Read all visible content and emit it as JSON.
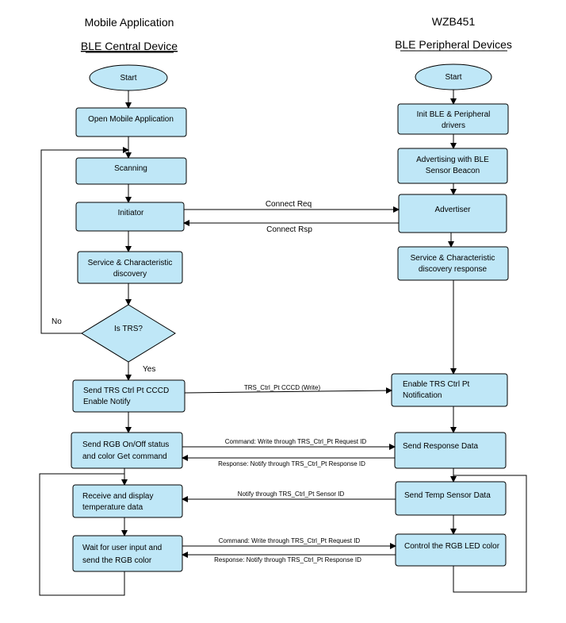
{
  "headers": {
    "left_title": "Mobile Application",
    "left_subtitle": "BLE Central Device",
    "right_title": "WZB451",
    "right_subtitle": "BLE Peripheral Devices"
  },
  "left": {
    "start": "Start",
    "open_app": "Open Mobile Application",
    "scanning": "Scanning",
    "initiator": "Initiator",
    "discovery_1": "Service & Characteristic",
    "discovery_2": "discovery",
    "decision": "Is TRS?",
    "no_label": "No",
    "yes_label": "Yes",
    "ccd_1": "Send TRS Ctrl Pt CCCD",
    "ccd_2": "Enable Notify",
    "rgb_1": "Send RGB On/Off status",
    "rgb_2": "and color Get command",
    "temp_1": "Receive and display",
    "temp_2": "temperature data",
    "wait_1": "Wait for user input and",
    "wait_2": "send the RGB color"
  },
  "right": {
    "start": "Start",
    "init_1": "Init BLE & Peripheral",
    "init_2": "drivers",
    "adv_1": "Advertising with BLE",
    "adv_2": "Sensor Beacon",
    "advertiser": "Advertiser",
    "disc_resp_1": "Service & Characteristic",
    "disc_resp_2": "discovery response",
    "enable_1": "Enable TRS Ctrl Pt",
    "enable_2": "Notification",
    "send_resp": "Send Response Data",
    "send_temp": "Send Temp Sensor Data",
    "control_rgb": "Control the RGB LED color"
  },
  "messages": {
    "connect_req": "Connect Req",
    "connect_rsp": "Connect Rsp",
    "cccd_write": "TRS_Ctrl_Pt CCCD (Write)",
    "cmd_write_1": "Command: Write through TRS_Ctrl_Pt Request ID",
    "resp_notify_1": "Response: Notify through TRS_Ctrl_Pt Response ID",
    "notify_sensor": "Notify through TRS_Ctrl_Pt Sensor ID",
    "cmd_write_2": "Command: Write through TRS_Ctrl_Pt Request ID",
    "resp_notify_2": "Response: Notify through TRS_Ctrl_Pt Response ID"
  }
}
